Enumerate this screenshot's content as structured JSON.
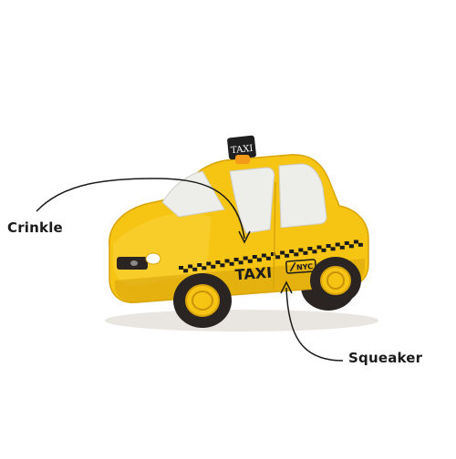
{
  "callouts": {
    "crinkle": "Crinkle",
    "squeaker": "Squeaker"
  },
  "toy": {
    "roof_sign_text": "TAXI",
    "door_text": "TAXI",
    "badge_text": "NYC",
    "body_color": "#f6c514",
    "body_shadow_color": "#d9a40a",
    "window_color": "#ededea",
    "tire_color": "#2a2522",
    "checker_color": "#1b1b1b",
    "sign_color": "#1f1f1f",
    "sign_light_color": "#f39a1b"
  },
  "annotation_line_color": "#1a1a1a"
}
